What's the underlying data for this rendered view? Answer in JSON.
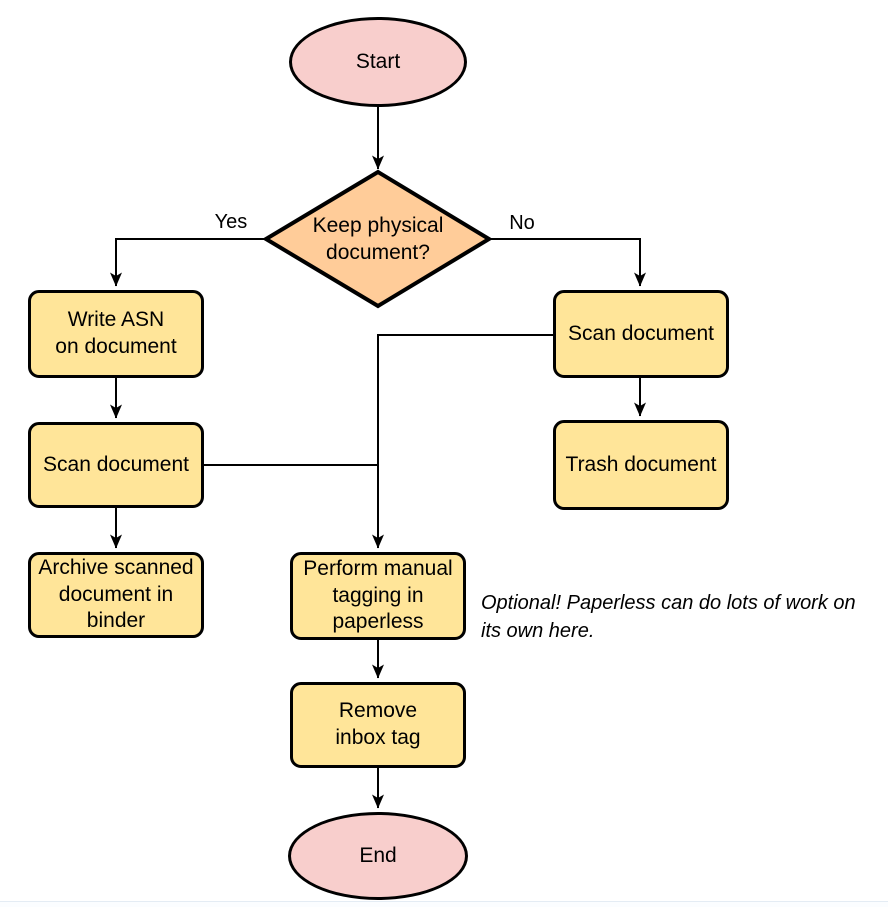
{
  "colors": {
    "background": "#ffffff",
    "terminal_fill": "#f8cecc",
    "decision_fill": "#ffcc99",
    "process_fill": "#ffe599",
    "stroke": "#000000"
  },
  "nodes": {
    "start": {
      "type": "terminal",
      "label": "Start"
    },
    "decision": {
      "type": "decision",
      "label": "Keep physical\ndocument?"
    },
    "write_asn": {
      "type": "process",
      "label": "Write ASN\non document"
    },
    "scan_left": {
      "type": "process",
      "label": "Scan document"
    },
    "archive": {
      "type": "process",
      "label": "Archive scanned\ndocument in\nbinder"
    },
    "scan_right": {
      "type": "process",
      "label": "Scan document"
    },
    "trash": {
      "type": "process",
      "label": "Trash document"
    },
    "tagging": {
      "type": "process",
      "label": "Perform manual\ntagging in\npaperless"
    },
    "remove_inbox": {
      "type": "process",
      "label": "Remove\ninbox tag"
    },
    "end": {
      "type": "terminal",
      "label": "End"
    }
  },
  "edges": [
    {
      "from": "start",
      "to": "decision",
      "label": ""
    },
    {
      "from": "decision",
      "to": "write_asn",
      "label": "Yes"
    },
    {
      "from": "decision",
      "to": "scan_right",
      "label": "No"
    },
    {
      "from": "write_asn",
      "to": "scan_left",
      "label": ""
    },
    {
      "from": "scan_left",
      "to": "archive",
      "label": ""
    },
    {
      "from": "scan_right",
      "to": "trash",
      "label": ""
    },
    {
      "from": "scan_left",
      "to": "tagging",
      "label": ""
    },
    {
      "from": "scan_right",
      "to": "tagging",
      "label": ""
    },
    {
      "from": "tagging",
      "to": "remove_inbox",
      "label": ""
    },
    {
      "from": "remove_inbox",
      "to": "end",
      "label": ""
    }
  ],
  "annotation": {
    "text": "Optional! Paperless can do lots of work on\nits own here."
  }
}
